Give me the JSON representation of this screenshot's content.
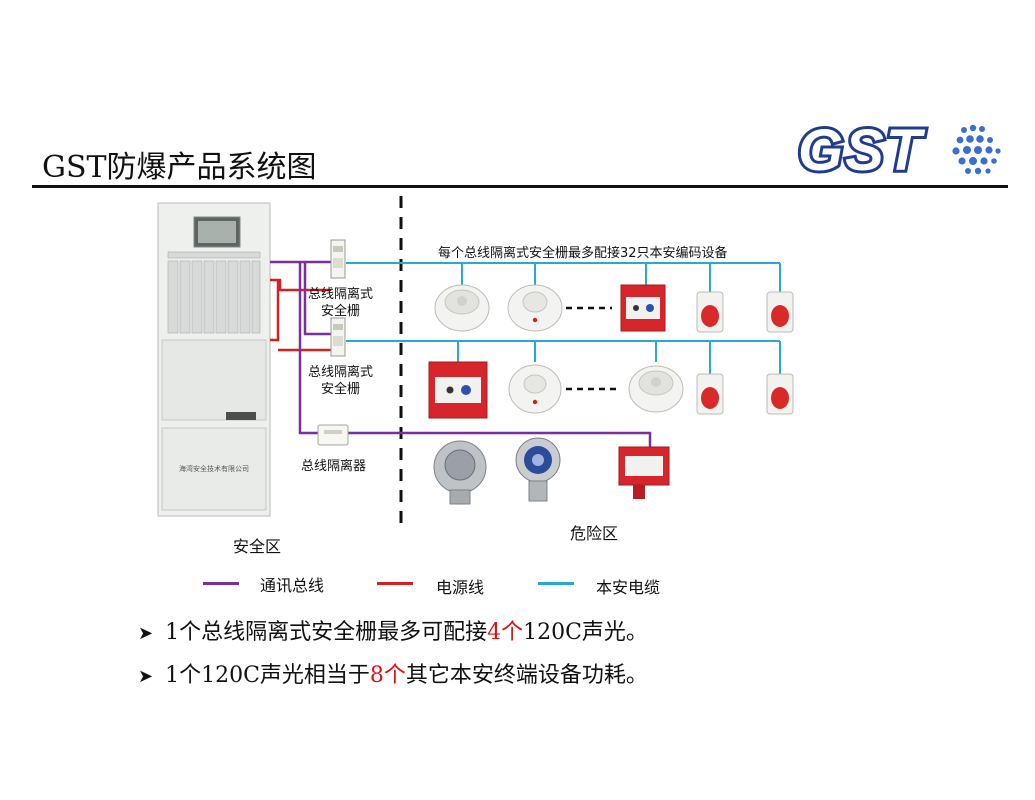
{
  "title": "GST防爆产品系统图",
  "logo": {
    "text": "GST",
    "color": "#1f3c8f"
  },
  "colors": {
    "comm_bus": "#7b2f9e",
    "power": "#d42020",
    "is_cable": "#28a8d8"
  },
  "diagram": {
    "top_label": "每个总线隔离式安全栅最多配接32只本安编码设备",
    "barrier_label_1": [
      "总线隔离式",
      "安全栅"
    ],
    "barrier_label_2": [
      "总线隔离式",
      "安全栅"
    ],
    "isolator_label": "总线隔离器",
    "panel_caption": "海湾安全技术有限公司",
    "safe_zone": "安全区",
    "hazard_zone": "危险区"
  },
  "legend": [
    {
      "label": "通讯总线",
      "color": "#7b2f9e"
    },
    {
      "label": "电源线",
      "color": "#d42020"
    },
    {
      "label": "本安电缆",
      "color": "#28a8d8"
    }
  ],
  "bullets": [
    {
      "pre": "1个总线隔离式安全栅最多可配接",
      "hl": "4个",
      "post": "120C声光。"
    },
    {
      "pre": "1个120C声光相当于",
      "hl": "8个",
      "post": "其它本安终端设备功耗。"
    }
  ]
}
